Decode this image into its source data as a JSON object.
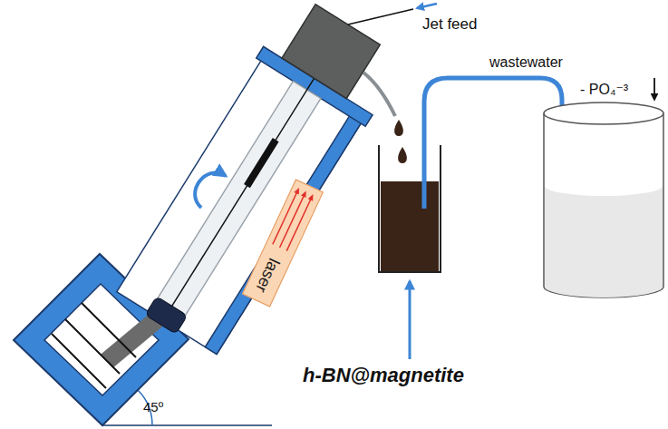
{
  "diagram": {
    "nodes": [
      {
        "text": [
          "laser"
        ]
      }
    ],
    "labels": [
      "Jet feed",
      "wastewater",
      "- PO₄⁻³",
      "h-BN@magnetite",
      "45º"
    ]
  }
}
